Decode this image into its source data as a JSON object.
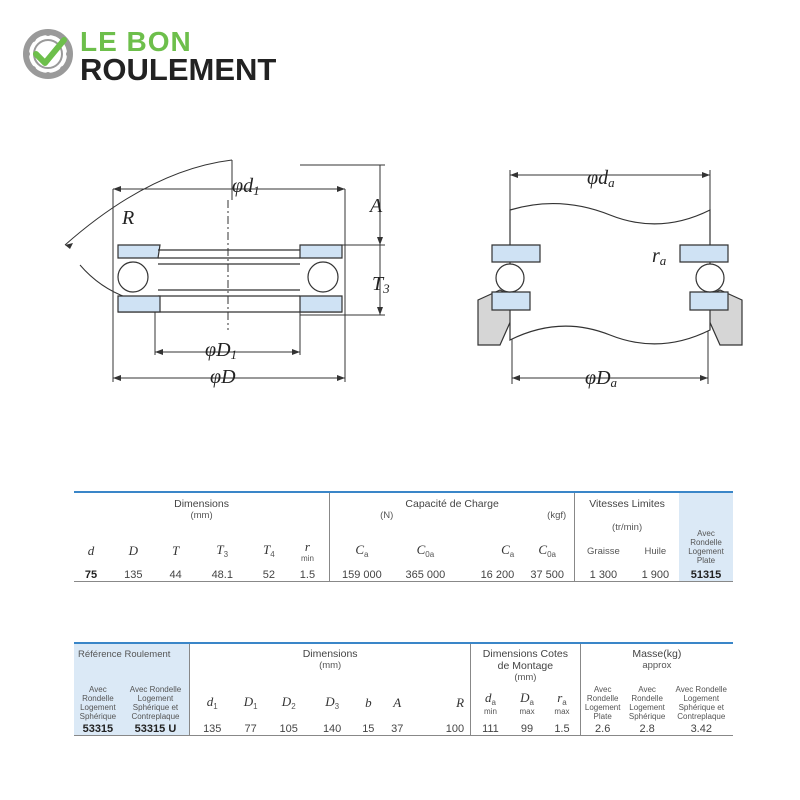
{
  "brand": {
    "line1": "LE BON",
    "line2": "ROULEMENT",
    "icon": "gear-check-icon",
    "colors": {
      "green": "#6dbf4b",
      "dark": "#222222",
      "gray": "#9a9a9a"
    }
  },
  "drawing_left": {
    "label_d1": "φd",
    "label_d1_sub": "1",
    "label_R": "R",
    "label_A": "A",
    "label_T3": "T",
    "label_T3_sub": "3",
    "label_D1": "φD",
    "label_D1_sub": "1",
    "label_D": "φD"
  },
  "drawing_right": {
    "label_da": "φd",
    "label_da_sub": "a",
    "label_ra": "r",
    "label_ra_sub": "a",
    "label_Da": "φD",
    "label_Da_sub": "a"
  },
  "table1": {
    "group_dimensions": "Dimensions",
    "unit_mm": "(mm)",
    "group_capacity": "Capacité de Charge",
    "unit_N": "(N)",
    "unit_kgf": "(kgf)",
    "group_speed": "Vitesses Limites",
    "unit_trmin": "(tr/min)",
    "col_grease": "Graisse",
    "col_oil": "Huile",
    "col_ref": [
      "Avec",
      "Rondelle",
      "Logement",
      "Plate"
    ],
    "sym_d": "d",
    "sym_D": "D",
    "sym_T": "T",
    "sym_T3": "T",
    "sym_T3_sub": "3",
    "sym_T4": "T",
    "sym_T4_sub": "4",
    "sym_r": "r",
    "sym_r_sub": "min",
    "sym_Ca": "C",
    "sym_Ca_sub": "a",
    "sym_C0a": "C",
    "sym_C0a_sub": "0a",
    "row": {
      "d": "75",
      "D": "135",
      "T": "44",
      "T3": "48.1",
      "T4": "52",
      "r": "1.5",
      "Ca_N": "159 000",
      "C0a_N": "365 000",
      "Ca_kgf": "16 200",
      "C0a_kgf": "37 500",
      "grease": "1 300",
      "oil": "1 900",
      "ref": "51315"
    }
  },
  "table2": {
    "group_ref": "Référence Roulement",
    "col_ref1": [
      "Avec",
      "Rondelle",
      "Logement",
      "Sphérique"
    ],
    "col_ref2": [
      "Avec Rondelle",
      "Logement",
      "Sphérique et",
      "Contreplaque"
    ],
    "group_dimensions": "Dimensions",
    "unit_mm": "(mm)",
    "group_mount": "Dimensions Cotes",
    "group_mount2": "de Montage",
    "unit_mm2": "(mm)",
    "group_mass": "Masse",
    "group_mass_unit": "(kg)",
    "group_mass_approx": "approx",
    "col_mass1": [
      "Avec",
      "Rondelle",
      "Logement",
      "Plate"
    ],
    "col_mass2": [
      "Avec",
      "Rondelle",
      "Logement",
      "Sphérique"
    ],
    "col_mass3": [
      "Avec Rondelle",
      "Logement",
      "Sphérique et",
      "Contreplaque"
    ],
    "sym_d1": "d",
    "sym_d1_sub": "1",
    "sym_D1": "D",
    "sym_D1_sub": "1",
    "sym_D2": "D",
    "sym_D2_sub": "2",
    "sym_D3": "D",
    "sym_D3_sub": "3",
    "sym_b": "b",
    "sym_A": "A",
    "sym_R": "R",
    "sym_da": "d",
    "sym_da_sub": "a",
    "sym_da_lim": "min",
    "sym_Da": "D",
    "sym_Da_sub": "a",
    "sym_Da_lim": "max",
    "sym_ra": "r",
    "sym_ra_sub": "a",
    "sym_ra_lim": "max",
    "row": {
      "ref1": "53315",
      "ref2": "53315 U",
      "d1": "135",
      "D1": "77",
      "D2": "105",
      "D3": "140",
      "b": "15",
      "A": "37",
      "R": "100",
      "da": "111",
      "Da": "99",
      "ra": "1.5",
      "m1": "2.6",
      "m2": "2.8",
      "m3": "3.42"
    }
  }
}
